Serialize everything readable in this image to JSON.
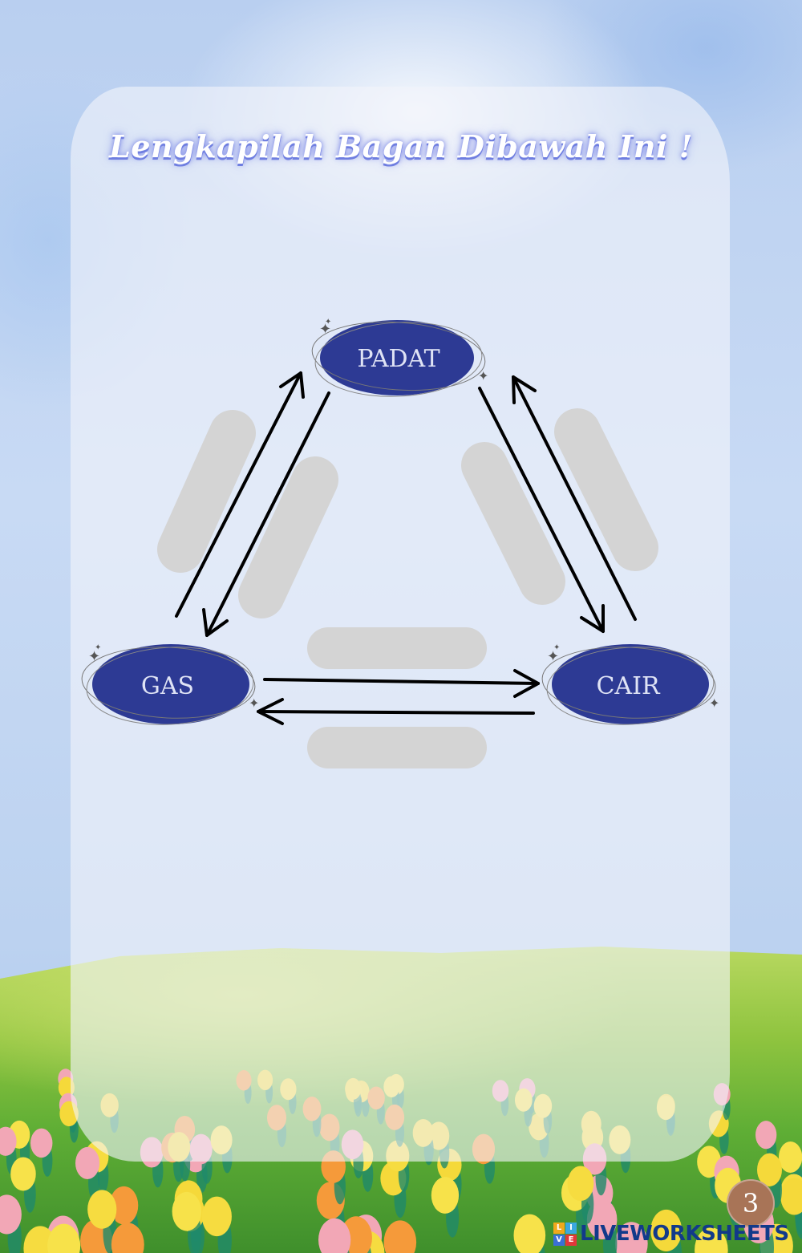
{
  "title": "Lengkapilah Bagan Dibawah Ini !",
  "nodes": {
    "top": {
      "label": "PADAT"
    },
    "left": {
      "label": "GAS"
    },
    "right": {
      "label": "CAIR"
    }
  },
  "answer_blanks": [
    {
      "id": "padat-gas-outer",
      "value": ""
    },
    {
      "id": "gas-padat-inner",
      "value": ""
    },
    {
      "id": "padat-cair-inner",
      "value": ""
    },
    {
      "id": "cair-padat-outer",
      "value": ""
    },
    {
      "id": "gas-cair-top",
      "value": ""
    },
    {
      "id": "cair-gas-bottom",
      "value": ""
    }
  ],
  "colors": {
    "node_fill": "#2d3a94",
    "blank_fill": "#d4d4d4",
    "arrow": "#000000",
    "page_badge": "#a87457"
  },
  "page_number": "3",
  "branding": {
    "logo_letters": [
      "L",
      "I",
      "V",
      "E"
    ],
    "logo_colors": [
      "#f0a81c",
      "#3aa7e0",
      "#3b6fd6",
      "#e2363a"
    ],
    "text": "LIVEWORKSHEETS"
  }
}
